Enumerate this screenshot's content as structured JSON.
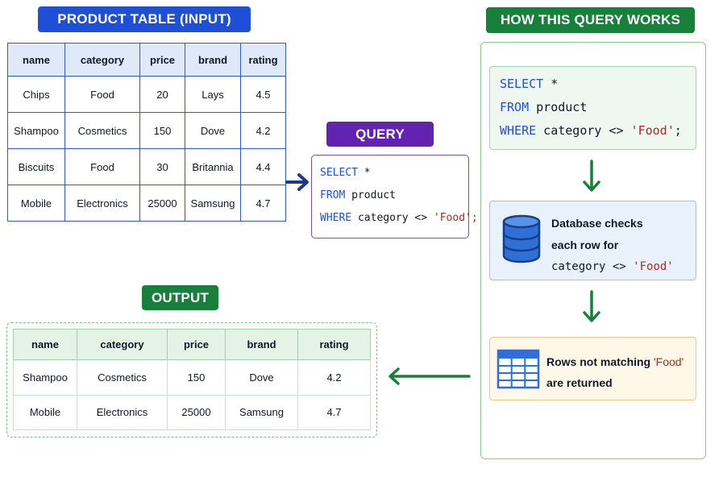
{
  "input": {
    "title": "PRODUCT TABLE (INPUT)",
    "columns": [
      "name",
      "category",
      "price",
      "brand",
      "rating"
    ],
    "rows": [
      [
        "Chips",
        "Food",
        "20",
        "Lays",
        "4.5"
      ],
      [
        "Shampoo",
        "Cosmetics",
        "150",
        "Dove",
        "4.2"
      ],
      [
        "Biscuits",
        "Food",
        "30",
        "Britannia",
        "4.4"
      ],
      [
        "Mobile",
        "Electronics",
        "25000",
        "Samsung",
        "4.7"
      ]
    ]
  },
  "query": {
    "title": "QUERY",
    "line1": {
      "keyword": "SELECT",
      "text": " *"
    },
    "line2": {
      "keyword": "FROM",
      "text": " product"
    },
    "line3": {
      "keyword": "WHERE",
      "text": " category <> ",
      "string": "'Food';"
    }
  },
  "output": {
    "title": "OUTPUT",
    "columns": [
      "name",
      "category",
      "price",
      "brand",
      "rating"
    ],
    "rows": [
      [
        "Shampoo",
        "Cosmetics",
        "150",
        "Dove",
        "4.2"
      ],
      [
        "Mobile",
        "Electronics",
        "25000",
        "Samsung",
        "4.7"
      ]
    ]
  },
  "how": {
    "title": "HOW THIS QUERY WORKS",
    "code": {
      "line1": {
        "keyword": "SELECT",
        "text": " *"
      },
      "line2": {
        "keyword": "FROM",
        "text": " product"
      },
      "line3": {
        "keyword": "WHERE",
        "text": " category <> ",
        "string": "'Food'",
        "end": ";"
      }
    },
    "step1": {
      "line1": "Database checks",
      "line2": "each row for",
      "code_text": "category <> ",
      "code_string": "'Food'"
    },
    "step2": {
      "line1_text": "Rows not matching ",
      "line1_string": "'Food'",
      "line2": "are returned"
    }
  },
  "colors": {
    "input_accent": "#1f4fd8",
    "query_accent": "#6223b0",
    "output_accent": "#17803a",
    "keyword": "#1f4fd8",
    "string": "#b3261e"
  },
  "icons": [
    "database-icon",
    "table-icon",
    "arrow-right-icon",
    "arrow-down-icon",
    "arrow-left-icon"
  ]
}
